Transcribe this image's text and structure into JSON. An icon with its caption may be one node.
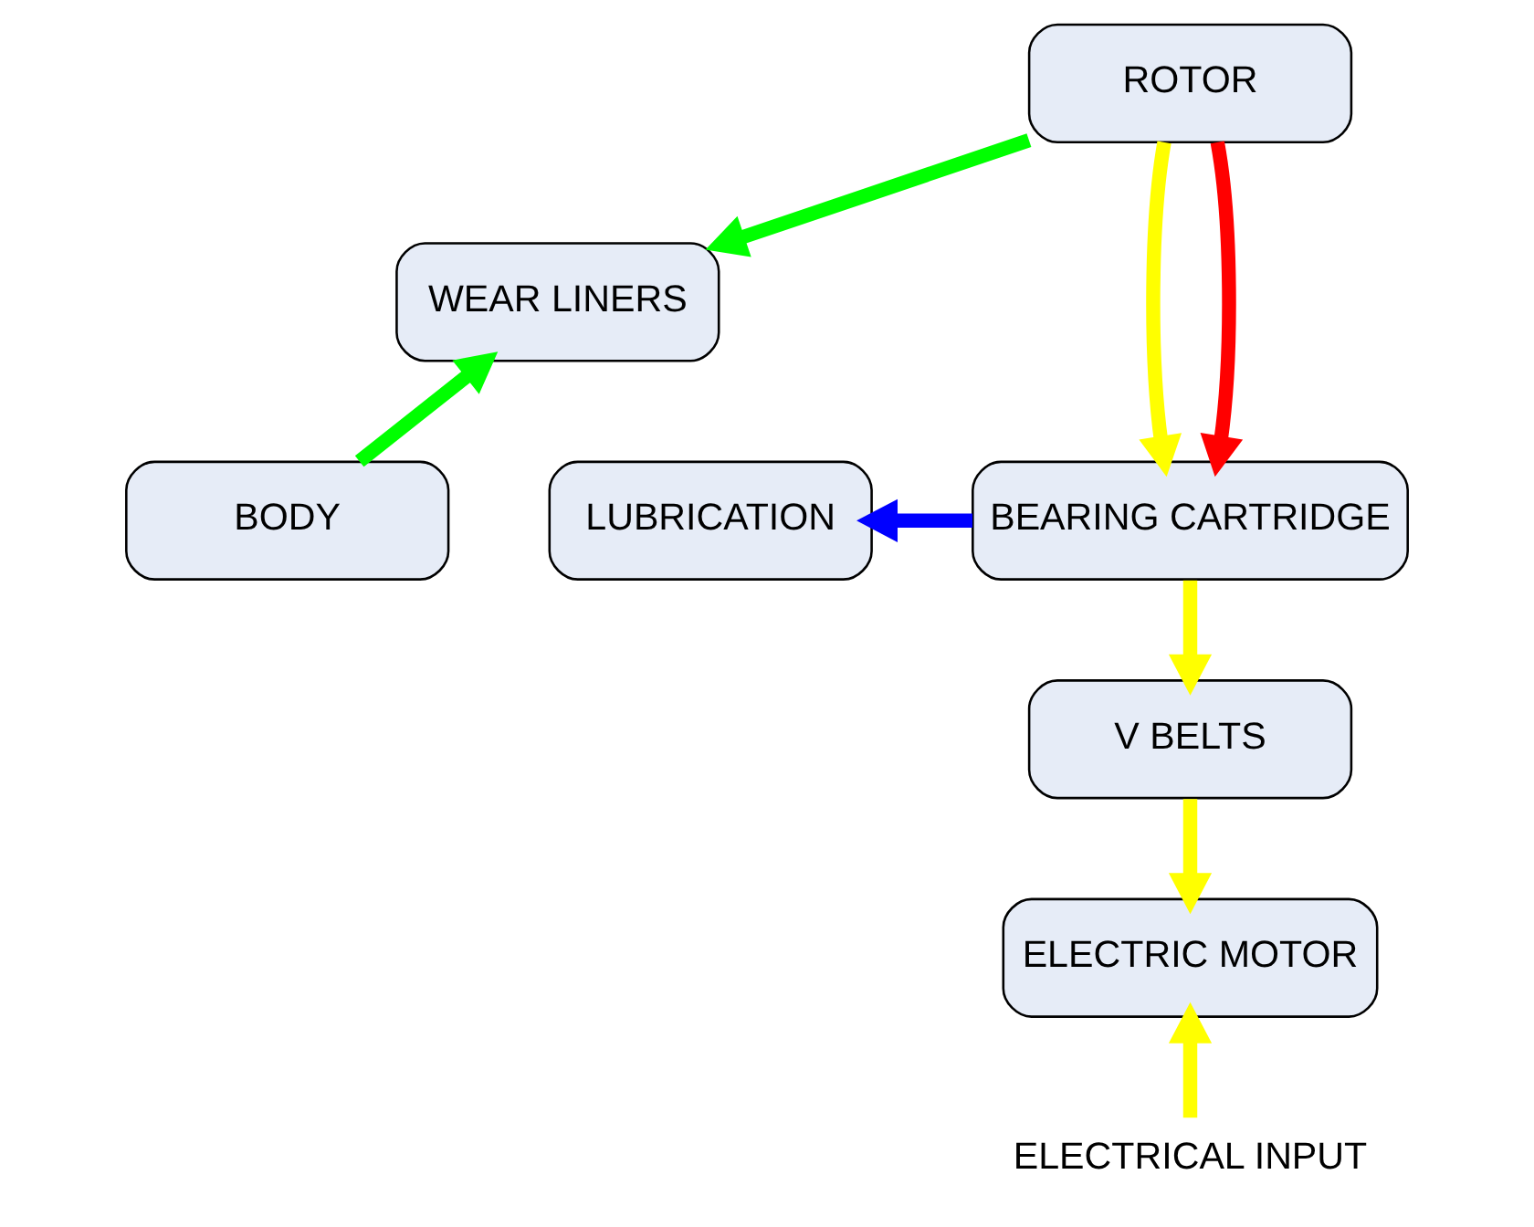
{
  "diagram": {
    "nodes": [
      {
        "text": [
          "ROTOR"
        ]
      },
      {
        "text": [
          "WEAR LINERS"
        ]
      },
      {
        "text": [
          "LUBRICATION"
        ]
      },
      {
        "text": [
          "BEARING CARTRIDGE"
        ]
      },
      {
        "text": [
          "BODY"
        ]
      },
      {
        "text": [
          "V BELTS"
        ]
      },
      {
        "text": [
          "ELECTRIC MOTOR"
        ]
      },
      {
        "text": [
          "ELECTRICAL INPUT"
        ]
      }
    ],
    "edges": [
      {
        "from": 0,
        "to": 3,
        "arrow": "to"
      },
      {
        "from": 0,
        "to": 3,
        "arrow": "to",
        "color": "#ff0000"
      },
      {
        "from": 0,
        "to": 1,
        "arrow": "to",
        "color": "#00ff00"
      },
      {
        "from": 3,
        "to": 2,
        "arrow": "to",
        "color": "#0000ff"
      },
      {
        "from": 4,
        "to": 1,
        "arrow": "to",
        "color": "#00ff00"
      },
      {
        "from": 3,
        "to": 5,
        "arrow": "to"
      },
      {
        "from": 5,
        "to": 6,
        "arrow": "to"
      },
      {
        "from": 7,
        "to": 6,
        "arrow": "to"
      }
    ]
  }
}
